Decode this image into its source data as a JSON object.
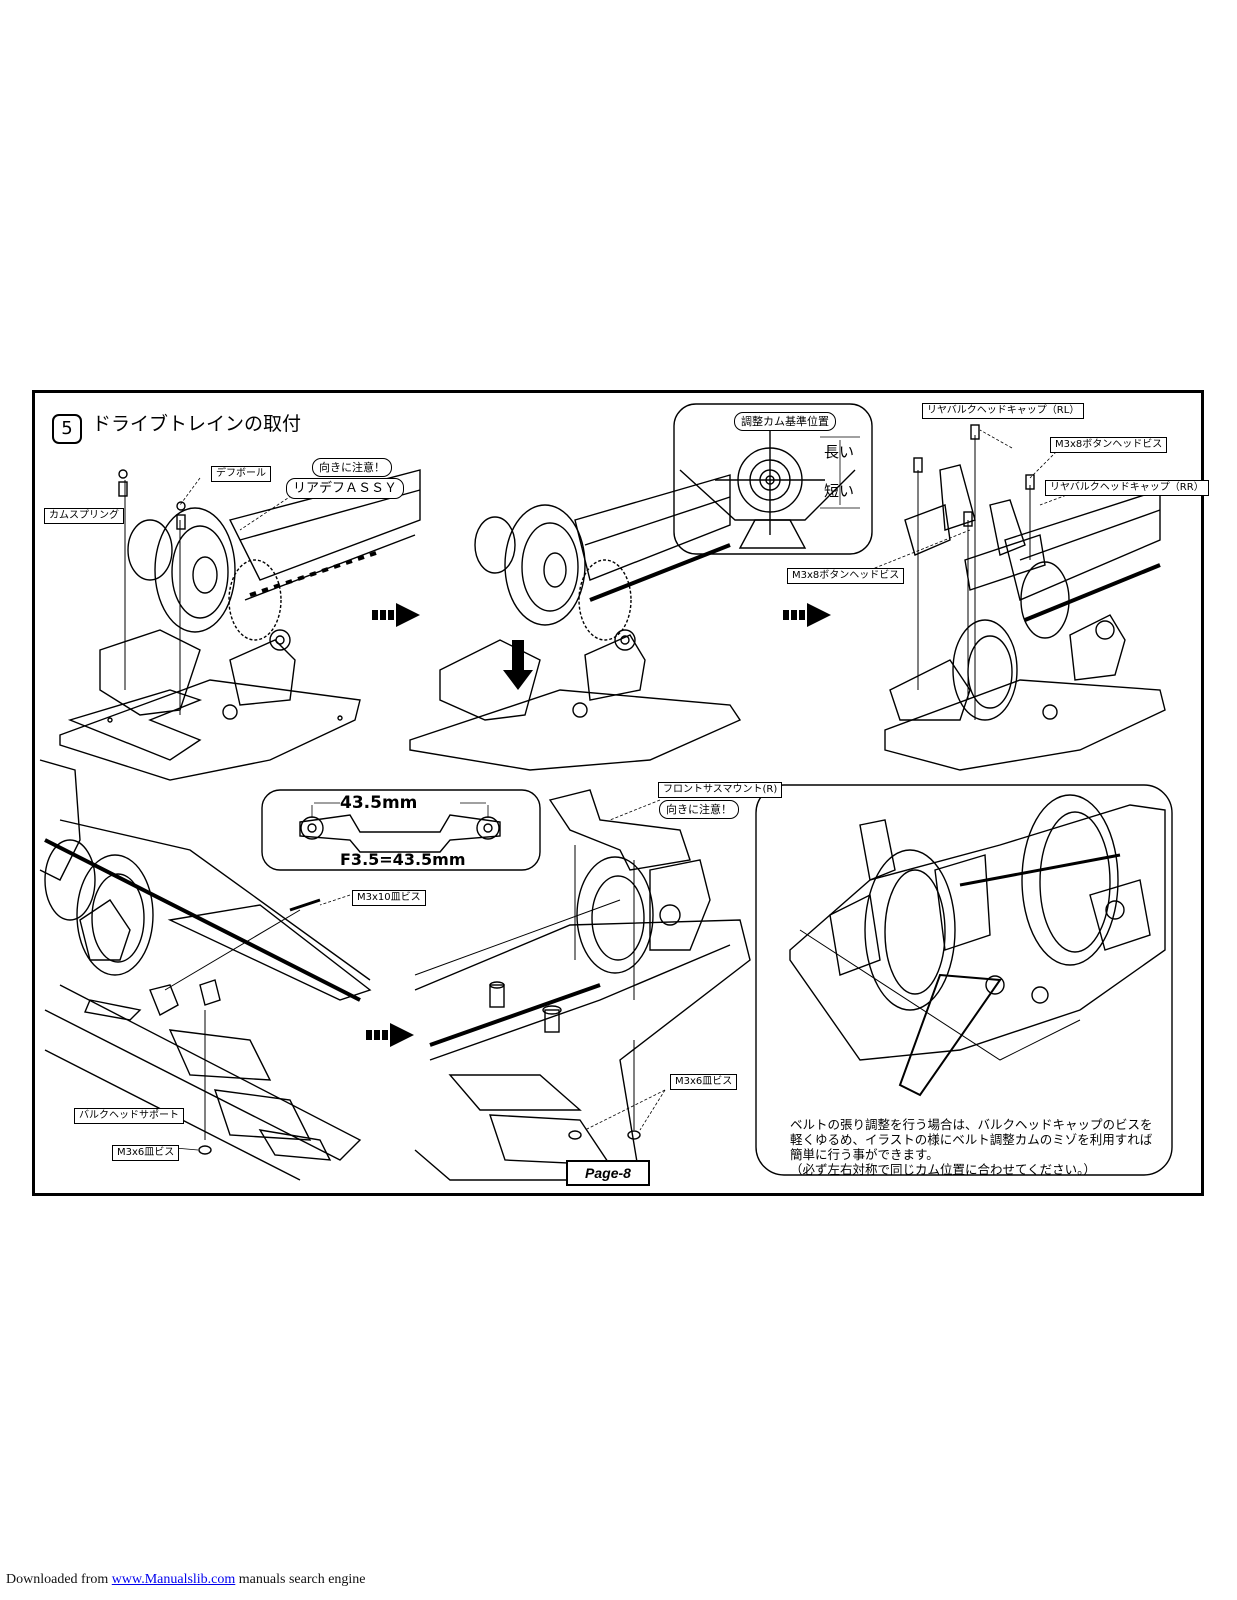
{
  "step": {
    "number": "5",
    "title": "ドライブトレインの取付"
  },
  "labels": {
    "diff_ball": "デフボール",
    "cam_spring": "カムスプリング",
    "caution_1": "向きに注意！",
    "rear_diff": "リアデフＡＳＳＹ",
    "cam_ref": "調整カム基準位置",
    "long": "長い",
    "short": "短い",
    "rl_cap": "リヤバルクヘッドキャップ（RL）",
    "button_screw_top": "M3x8ボタンヘッドビス",
    "rr_cap": "リヤバルクヘッドキャップ（RR）",
    "button_screw_mid": "M3x8ボタンヘッドビス",
    "dim_top": "43.5mm",
    "dim_bottom": "F3.5=43.5mm",
    "front_mount": "フロントサスマウント(R)",
    "caution_2": "向きに注意！",
    "screw_10": "M3x10皿ビス",
    "bulk_support": "バルクヘッドサポート",
    "screw_6_left": "M3x6皿ビス",
    "screw_6_right": "M3x6皿ビス"
  },
  "note": "ベルトの張り調整を行う場合は、バルクヘッドキャップのビスを\n軽くゆるめ、イラストの様にベルト調整カムのミゾを利用すれば\n簡単に行う事ができます。\n（必ず左右対称で同じカム位置に合わせてください。）",
  "page_label": "Page-8",
  "footer": {
    "prefix": "Downloaded from ",
    "link": "www.Manualslib.com",
    "suffix": " manuals search engine"
  }
}
